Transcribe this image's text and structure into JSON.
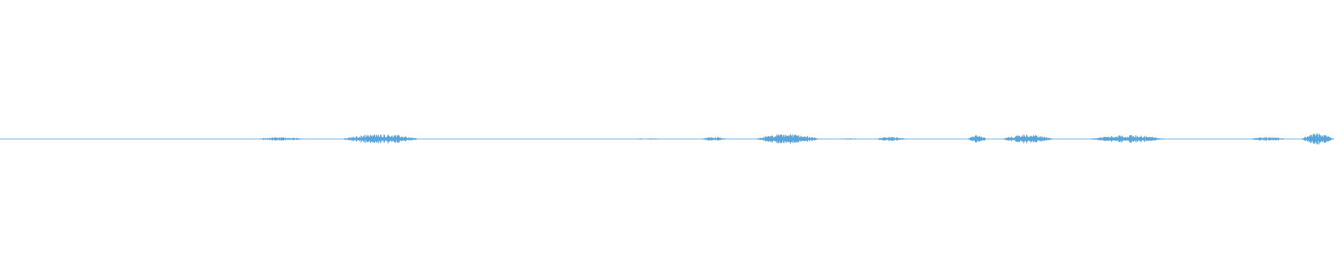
{
  "waveform": {
    "color": "#5aa5dc",
    "background": "#ffffff",
    "bursts": [
      {
        "start": 0.19,
        "end": 0.23,
        "amplitude": 0.22
      },
      {
        "start": 0.255,
        "end": 0.315,
        "amplitude": 0.6
      },
      {
        "start": 0.47,
        "end": 0.5,
        "amplitude": 0.08
      },
      {
        "start": 0.525,
        "end": 0.545,
        "amplitude": 0.25
      },
      {
        "start": 0.565,
        "end": 0.615,
        "amplitude": 0.62
      },
      {
        "start": 0.625,
        "end": 0.645,
        "amplitude": 0.1
      },
      {
        "start": 0.655,
        "end": 0.68,
        "amplitude": 0.28
      },
      {
        "start": 0.725,
        "end": 0.74,
        "amplitude": 0.45
      },
      {
        "start": 0.75,
        "end": 0.79,
        "amplitude": 0.55
      },
      {
        "start": 0.815,
        "end": 0.875,
        "amplitude": 0.48
      },
      {
        "start": 0.935,
        "end": 0.965,
        "amplitude": 0.25
      },
      {
        "start": 0.975,
        "end": 1.0,
        "amplitude": 0.72
      }
    ],
    "baseline_noise": 0.03
  }
}
